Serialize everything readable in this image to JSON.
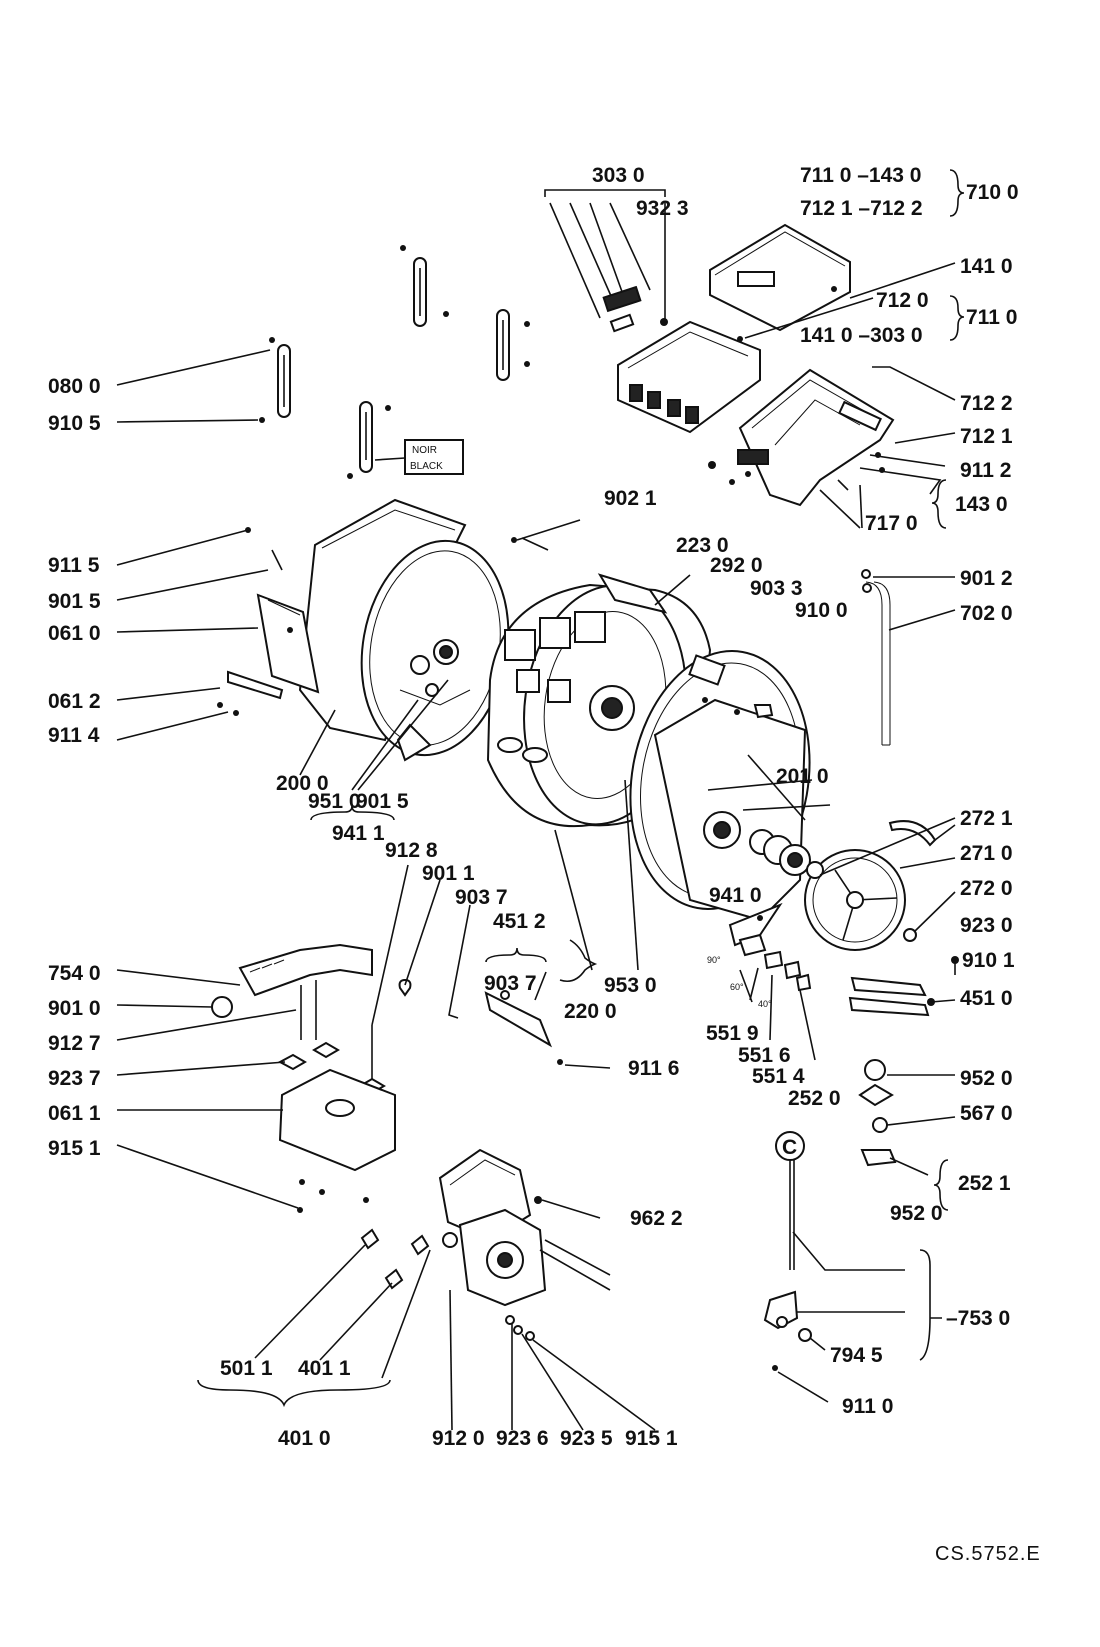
{
  "labels": {
    "l3030": "303 0",
    "l9323": "932 3",
    "l7110a": "711 0 –143 0",
    "l7121a": "712 1 –712 2",
    "l7100": "710 0",
    "l1410a": "141 0",
    "l7120": "712 0",
    "l7110b": "711 0",
    "l1410b": "141 0 –303 0",
    "l0800": "080 0",
    "l9105": "910 5",
    "l7122": "712 2",
    "l7121": "712 1",
    "l9112": "911 2",
    "l1430": "143 0",
    "l7170": "717 0",
    "l9021": "902 1",
    "l9115": "911 5",
    "l9015a": "901 5",
    "l0610": "061 0",
    "l0612": "061 2",
    "l9114": "911 4",
    "l2230": "223 0",
    "l2920": "292 0",
    "l9033": "903 3",
    "l9100": "910 0",
    "l9012": "901 2",
    "l7020": "702 0",
    "l2000": "200 0",
    "l9510": "951 0",
    "l9015b": "901 5",
    "l9411": "941 1",
    "l2010": "201 0",
    "l2721": "272 1",
    "l2710": "271 0",
    "l2720": "272 0",
    "l9230": "923 0",
    "l9101": "910 1",
    "l9128": "912 8",
    "l9011": "901 1",
    "l9037a": "903 7",
    "l4512": "451 2",
    "l9037b": "903 7",
    "l9530": "953 0",
    "l2200": "220 0",
    "l9410": "941 0",
    "l4510": "451 0",
    "l7540": "754 0",
    "l9010": "901 0",
    "l9127": "912 7",
    "l9237": "923 7",
    "l0611": "061 1",
    "l9151a": "915 1",
    "l9116": "911 6",
    "l5519": "551 9",
    "l5516": "551 6",
    "l5514": "551 4",
    "l2520": "252 0",
    "l9520a": "952 0",
    "l5670": "567 0",
    "l2521": "252 1",
    "l9520b": "952 0",
    "l9622": "962 2",
    "l7530": "–753 0",
    "l7945": "794 5",
    "l9110": "911 0",
    "l5011": "501 1",
    "l4011": "401 1",
    "l4010": "401 0",
    "l9120": "912 0",
    "l9236": "923 6",
    "l9235": "923 5",
    "l9151b": "915 1",
    "tag_noir": "NOIR",
    "tag_black": "BLACK",
    "circle_c": "C",
    "angle90": "90°",
    "angle60": "60°",
    "angle40": "40°",
    "ref_code": "CS.5752.E"
  }
}
